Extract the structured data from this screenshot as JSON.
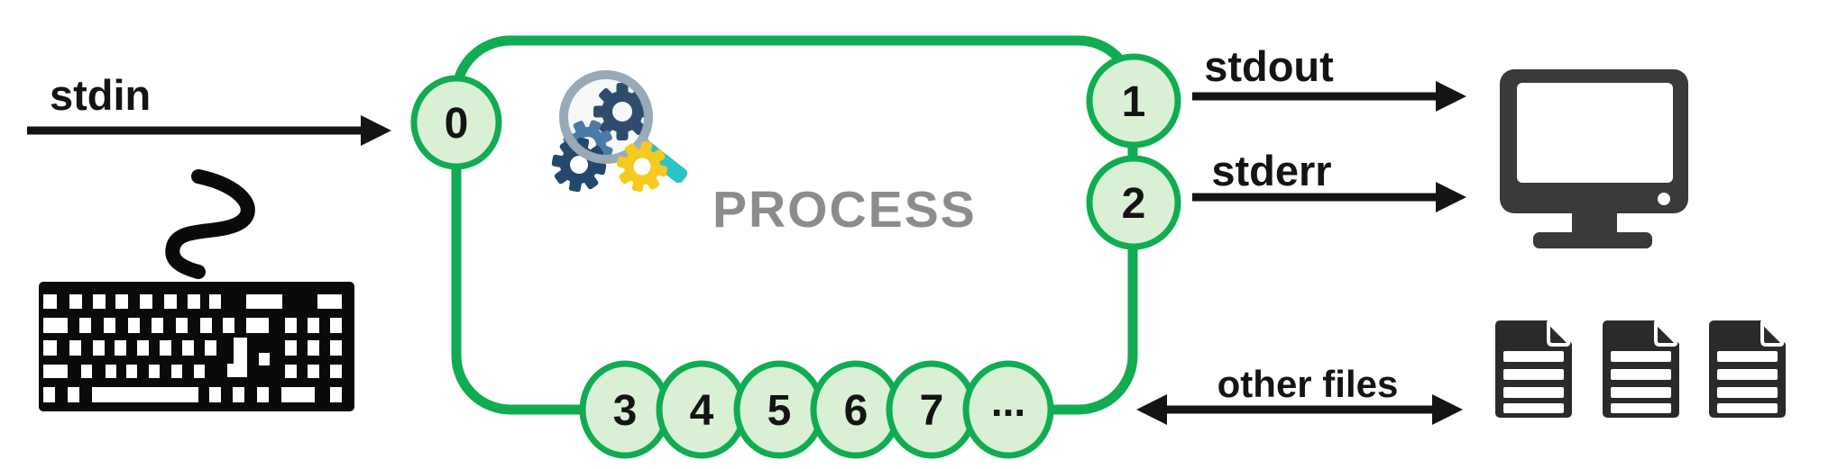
{
  "diagram": {
    "process": {
      "title": "PROCESS",
      "fds": [
        "0",
        "1",
        "2",
        "3",
        "4",
        "5",
        "6",
        "7",
        "..."
      ]
    },
    "streams": {
      "stdin": "stdin",
      "stdout": "stdout",
      "stderr": "stderr",
      "other_files": "other files"
    },
    "icons": {
      "keyboard": "keyboard-icon",
      "cable": "cable-squiggle-icon",
      "monitor": "monitor-icon",
      "documents": "document-stack-icon",
      "process_logo": "magnifier-gears-icon"
    },
    "colors": {
      "box_green": "#10AC51",
      "fd_fill": "#DAF0D5",
      "label_black": "#141414",
      "process_gray": "#8C8C8C",
      "monitor_dark": "#3A3A3A",
      "document_dark": "#2B2A29",
      "keyboard_black": "#0A0A0A",
      "gear_navy": "#2E4D6E",
      "gear_steel": "#4A7BA6",
      "gear_yellow": "#F5C91D",
      "magnifier_ring_gray": "#9AA9B6",
      "handle_teal": "#2BC3C5"
    }
  }
}
